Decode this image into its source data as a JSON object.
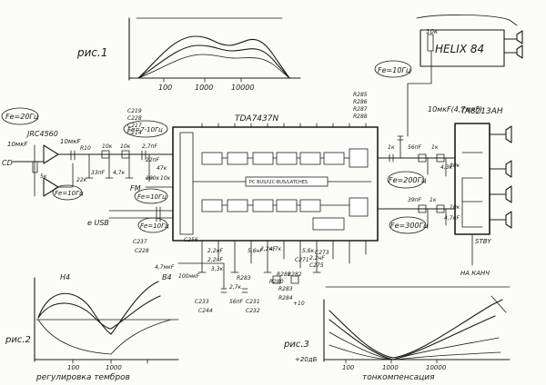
{
  "figures": {
    "fig1": "рис.1",
    "fig2": "рис.2",
    "fig3": "рис.3",
    "fig1_ticks": [
      "100",
      "1000",
      "10000"
    ],
    "fig2_ticks": [
      "100",
      "1000"
    ],
    "fig3_ticks": [
      "100",
      "1000",
      "10000"
    ],
    "fig2_labels": [
      "Н4",
      "В4"
    ],
    "fig2_caption": "регулировка тембров",
    "fig3_caption": "тонкомпенсация",
    "fig3_offset": "+20дБ"
  },
  "blocks": {
    "main_chip": "TDA7437N",
    "amp_chip": "TA8213AH",
    "helix": "HELIX 84",
    "opamp": "JRC4560",
    "internal_bus": "PC BUS/I2C-BUS/LATCHES",
    "stby": "STBY",
    "to_ground": "НА КАНЧ"
  },
  "inputs": [
    "CD",
    "FM",
    "e USB"
  ],
  "notes": {
    "fe_opamp": "Fe=20Гц",
    "fe_opamp_out": "Fe=10Гц",
    "fe_chip_in1": "Fe=7-10Гц",
    "fe_chip_in2": "Fe=10Гц",
    "fe_chip_in3": "Fe=10Гц",
    "fe_helix": "Fe=10Гц",
    "fe_front": "Fe=200Гц",
    "fe_rear": "Fe=300Гц",
    "cap_opamp": "10мкF",
    "cap_chip": "10мкF",
    "cap_helix": "10мкF(4,7мкF)",
    "pot": "10к",
    "part_labels": [
      "R10",
      "10к",
      "33пF",
      "4,7к",
      "22к",
      "5к",
      "10к",
      "47к",
      "2,7пF",
      "22пF",
      "100к",
      "10к",
      "C219",
      "C228",
      "C217",
      "C214",
      "R285",
      "R286",
      "R287",
      "R288",
      "1к",
      "56пF",
      "1к",
      "4,3к",
      "80к",
      "39пF",
      "1к",
      "4,7нF",
      "10к",
      "C256",
      "C237",
      "C228",
      "4,7мкF",
      "100мкF",
      "2,2нF",
      "2,2нF",
      "3,3к",
      "R283",
      "2,7к",
      "5,6нF",
      "2,2нF",
      "4,7к",
      "56пF",
      "5,6к",
      "2,2нF",
      "R280",
      "R281",
      "R282",
      "C271",
      "C273",
      "C275",
      "C233",
      "C244",
      "C231",
      "C232",
      "R283",
      "R284",
      "+10"
    ]
  }
}
